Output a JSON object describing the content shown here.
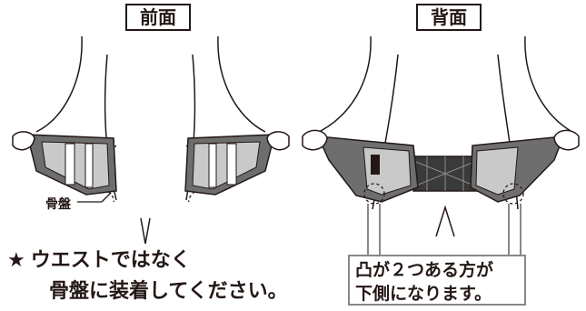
{
  "labels": {
    "front": "前面",
    "back": "背面",
    "pelvis": "骨盤"
  },
  "note": {
    "star": "★",
    "line1": "ウエストではなく",
    "line2": "骨盤に装着してください。"
  },
  "callout": {
    "line1": "凸が２つある方が",
    "line2": "下側になります。"
  },
  "colors": {
    "belt_dark": "#6e6e6e",
    "belt_light": "#c9c9c9",
    "line": "#231815",
    "callout_border": "#888888"
  }
}
